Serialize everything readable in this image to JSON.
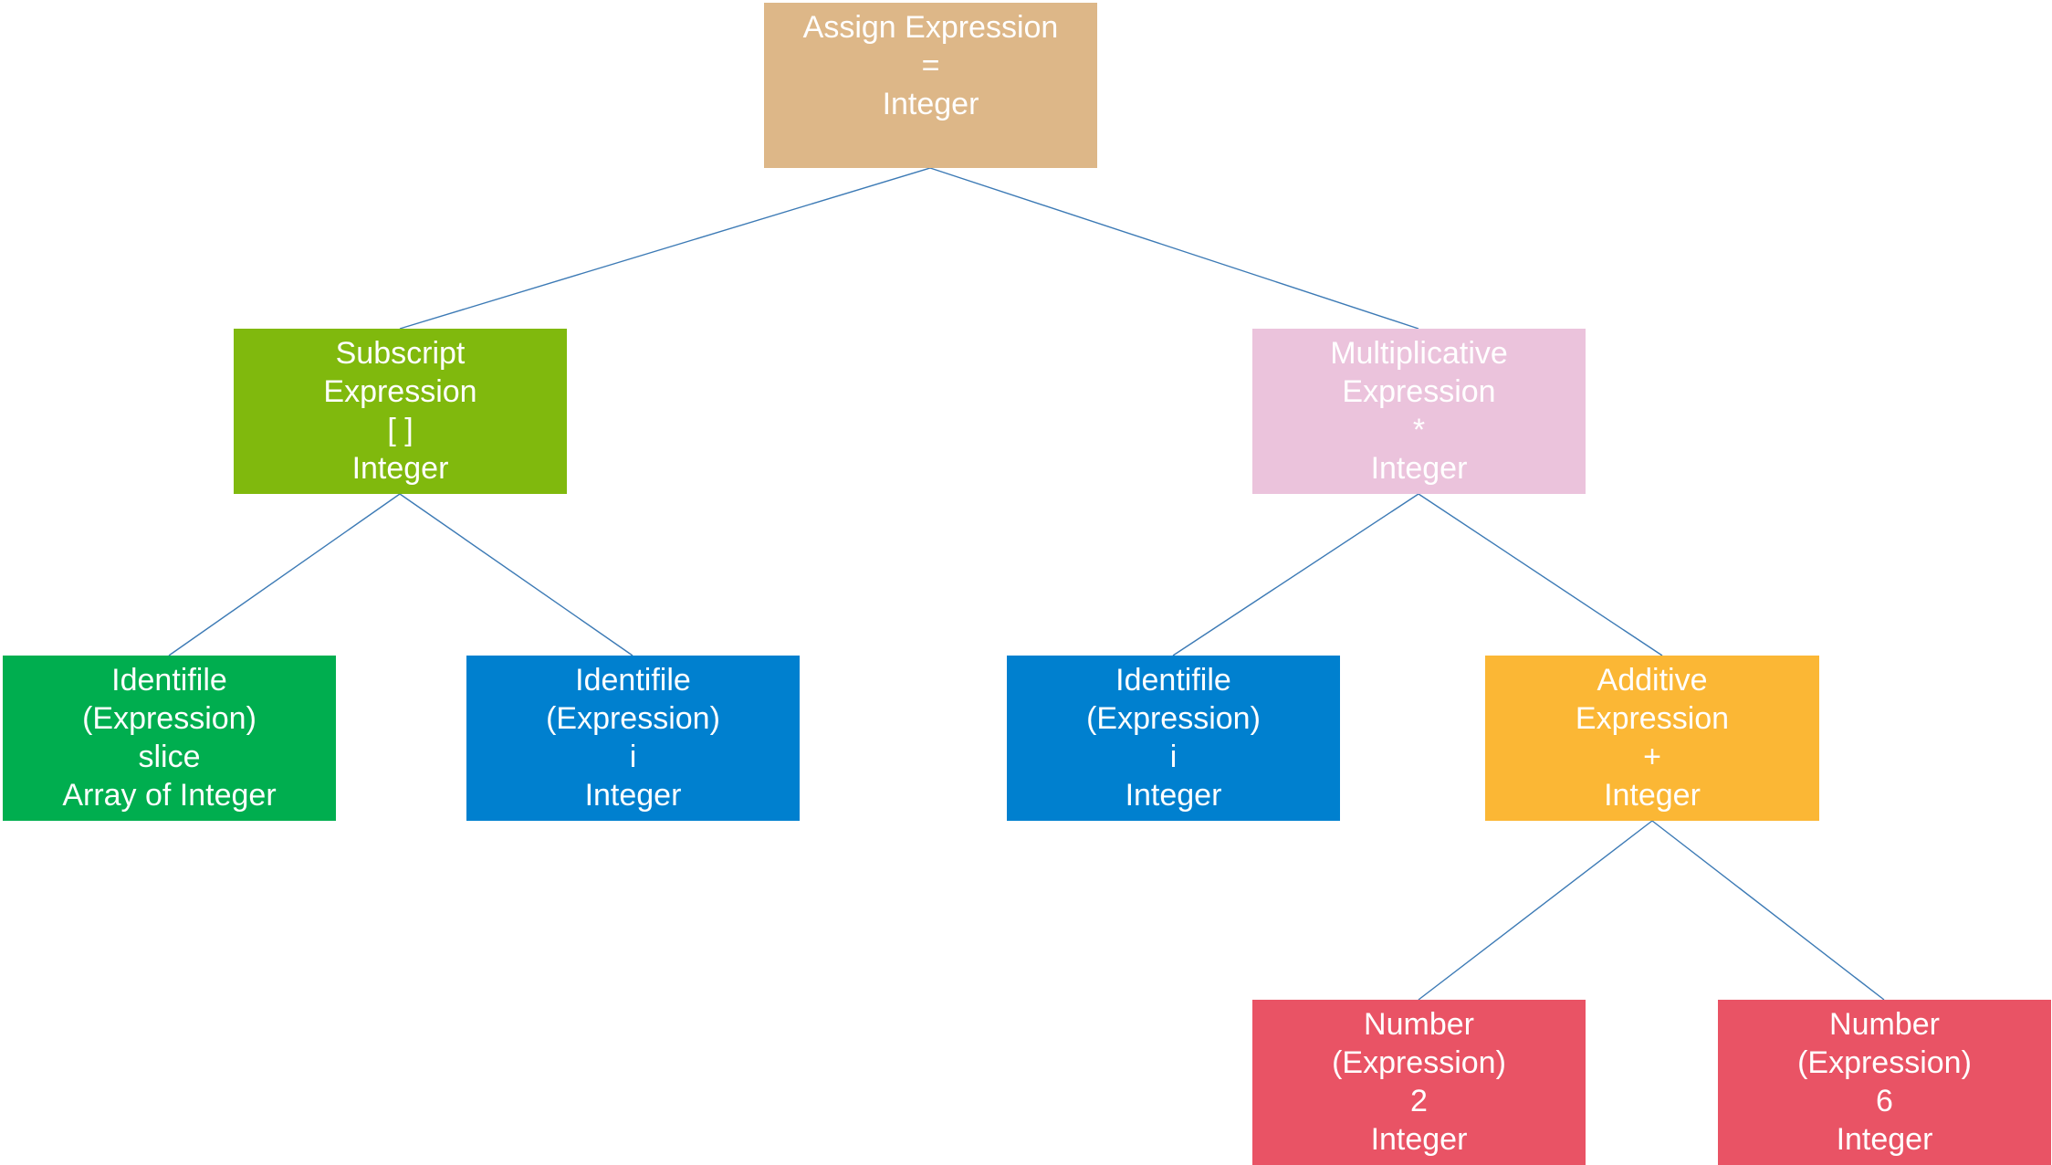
{
  "nodes": {
    "assign": {
      "lines": [
        "Assign Expression",
        "",
        "=",
        "Integer"
      ]
    },
    "subscript": {
      "lines": [
        "Subscript",
        "Expression",
        "[ ]",
        "Integer"
      ]
    },
    "multiplicative": {
      "lines": [
        "Multiplicative",
        "Expression",
        "*",
        "Integer"
      ]
    },
    "identifier_slice": {
      "lines": [
        "Identifile",
        "(Expression)",
        "slice",
        "Array of Integer"
      ]
    },
    "identifier_i_left": {
      "lines": [
        "Identifile",
        "(Expression)",
        "i",
        "Integer"
      ]
    },
    "identifier_i_right": {
      "lines": [
        "Identifile",
        "(Expression)",
        "i",
        "Integer"
      ]
    },
    "additive": {
      "lines": [
        "Additive",
        "Expression",
        "+",
        "Integer"
      ]
    },
    "number_2": {
      "lines": [
        "Number",
        "(Expression)",
        "2",
        "Integer"
      ]
    },
    "number_6": {
      "lines": [
        "Number",
        "(Expression)",
        "6",
        "Integer"
      ]
    }
  },
  "colors": {
    "assign": "#ddb788",
    "subscript": "#80b90d",
    "multiplicative": "#ebc3dc",
    "identifier_slice": "#00ae4f",
    "identifier_i": "#0080cf",
    "additive": "#fbb735",
    "number": "#e95365",
    "edge": "#3c7ab5",
    "text": "#ffffff"
  }
}
